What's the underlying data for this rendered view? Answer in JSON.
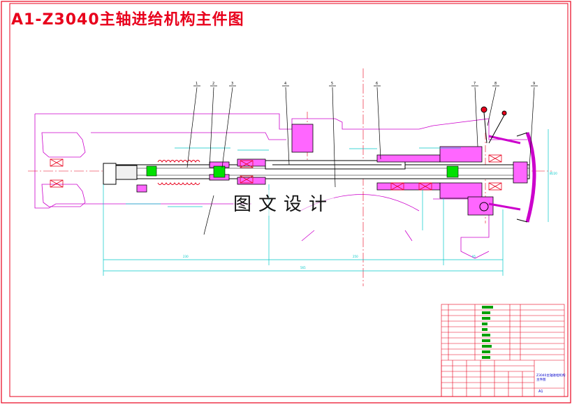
{
  "drawing": {
    "title": "A1-Z3040主轴进给机构主件图",
    "watermark": "图文设计",
    "title_block_name": "Z3040主轴进给机构主件图",
    "sheet_size": "A1"
  },
  "colors": {
    "border": "#e8001c",
    "outline": "#000000",
    "dimension": "#00c8c8",
    "ghost_outline": "#cc00cc",
    "centerline": "#e8001c",
    "section_fill": "#ff00ff",
    "table_text": "#00a000",
    "table_lines": "#e8001c"
  },
  "leaders": [
    "1",
    "2",
    "3",
    "4",
    "5",
    "6",
    "7",
    "8",
    "9"
  ],
  "bom_rows": 10
}
